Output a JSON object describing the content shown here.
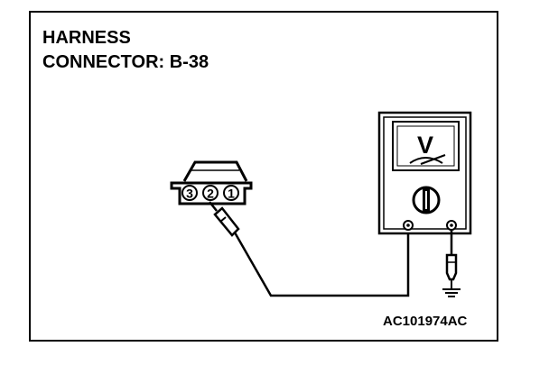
{
  "title": {
    "line1": "HARNESS",
    "line2": "CONNECTOR: B-38"
  },
  "connector": {
    "pins": [
      "3",
      "2",
      "1"
    ]
  },
  "meter": {
    "symbol": "V"
  },
  "figure_code": "AC101974AC",
  "colors": {
    "ink": "#000000",
    "background": "#ffffff"
  }
}
